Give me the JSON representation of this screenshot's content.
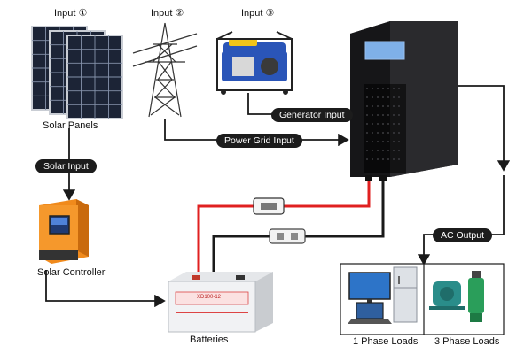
{
  "inputs": {
    "solar": "Input ①",
    "grid": "Input ②",
    "generator": "Input ③"
  },
  "labels": {
    "solar_panels": "Solar Panels",
    "solar_controller": "Solar Controller",
    "batteries": "Batteries",
    "one_phase_loads": "1 Phase Loads",
    "three_phase_loads": "3 Phase Loads"
  },
  "connectors": {
    "solar_input": "Solar Input",
    "generator_input": "Generator Input",
    "power_grid_input": "Power Grid Input",
    "ac_output": "AC Output"
  },
  "battery_brand": "XD100-12",
  "colors": {
    "positive_wire": "#e02020",
    "negative_wire": "#1a1a1a",
    "controller_orange": "#f08a1c",
    "inverter_body": "#1c1c1e",
    "generator_blue": "#2a55b8",
    "generator_yellow": "#f0c419"
  },
  "icons": [
    "solar-panel-icon",
    "transmission-tower-icon",
    "generator-icon",
    "inverter-icon",
    "solar-controller-icon",
    "battery-icon",
    "fuse-icon",
    "tv-icon",
    "fridge-icon",
    "laptop-icon",
    "motor-icon",
    "pump-icon"
  ]
}
